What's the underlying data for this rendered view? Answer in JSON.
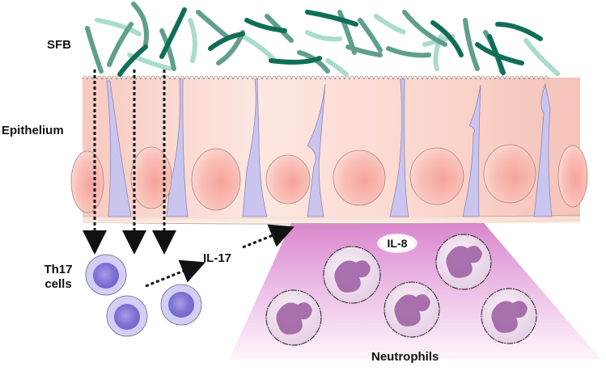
{
  "labels": {
    "sfb": "SFB",
    "epithelium": "Epithelium",
    "th17_line1": "Th17",
    "th17_line2": "cells",
    "il17": "IL-17",
    "il8": "IL-8",
    "neutrophils": "Neutrophils"
  },
  "colors": {
    "sfb_dark": "#0f6e58",
    "sfb_mid": "#5f9f8c",
    "sfb_light": "#a9dccb",
    "epithelium_cell": "#fbd9d0",
    "nucleus": "#f6aaa3",
    "goblet_purple": "#c9c5ee",
    "th17_cell": "#c8c2ef",
    "th17_nucleus": "#7c72d3",
    "neutrophil_cell": "#eedcec",
    "neutrophil_nucleus": "#9a5aa0",
    "gradient_top": "#d884cc",
    "arrow": "#111111"
  },
  "diagram": {
    "nodes": [
      {
        "id": "sfb",
        "label": "SFB"
      },
      {
        "id": "epithelium",
        "label": "Epithelium"
      },
      {
        "id": "th17",
        "label": "Th17 cells"
      },
      {
        "id": "il17",
        "label": "IL-17"
      },
      {
        "id": "il8",
        "label": "IL-8"
      },
      {
        "id": "neutrophils",
        "label": "Neutrophils"
      }
    ],
    "edges": [
      {
        "from": "sfb",
        "to": "th17",
        "style": "dotted-arrow",
        "count": 3
      },
      {
        "from": "th17",
        "to": "il17",
        "style": "dotted-arrow"
      },
      {
        "from": "il17",
        "to": "epithelium",
        "style": "dotted-arrow"
      },
      {
        "from": "epithelium",
        "to": "il8",
        "style": "gradient-zone"
      },
      {
        "from": "il8",
        "to": "neutrophils",
        "style": "recruitment"
      }
    ]
  }
}
